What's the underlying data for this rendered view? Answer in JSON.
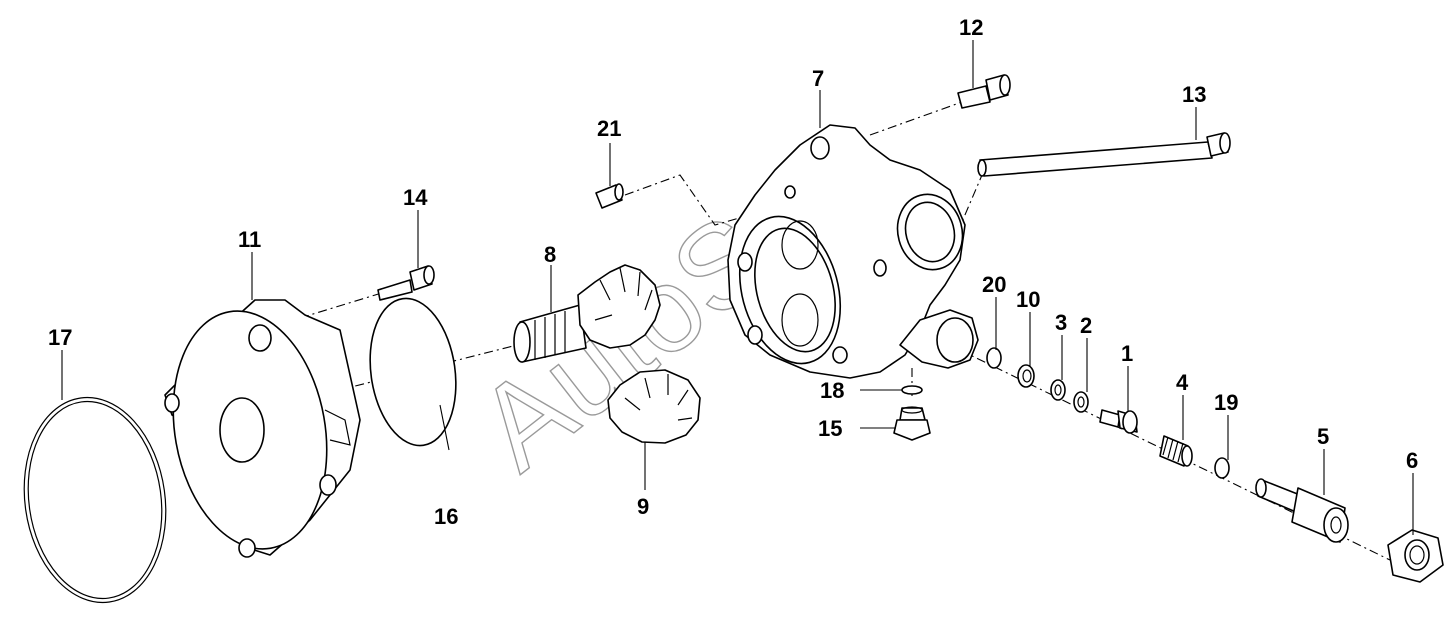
{
  "watermark": "AutoSoft",
  "labels": {
    "p1": "1",
    "p2": "2",
    "p3": "3",
    "p4": "4",
    "p5": "5",
    "p6": "6",
    "p7": "7",
    "p8": "8",
    "p9": "9",
    "p10": "10",
    "p11": "11",
    "p12": "12",
    "p13": "13",
    "p14": "14",
    "p15": "15",
    "p16": "16",
    "p17": "17",
    "p18": "18",
    "p19": "19",
    "p20": "20",
    "p21": "21"
  }
}
